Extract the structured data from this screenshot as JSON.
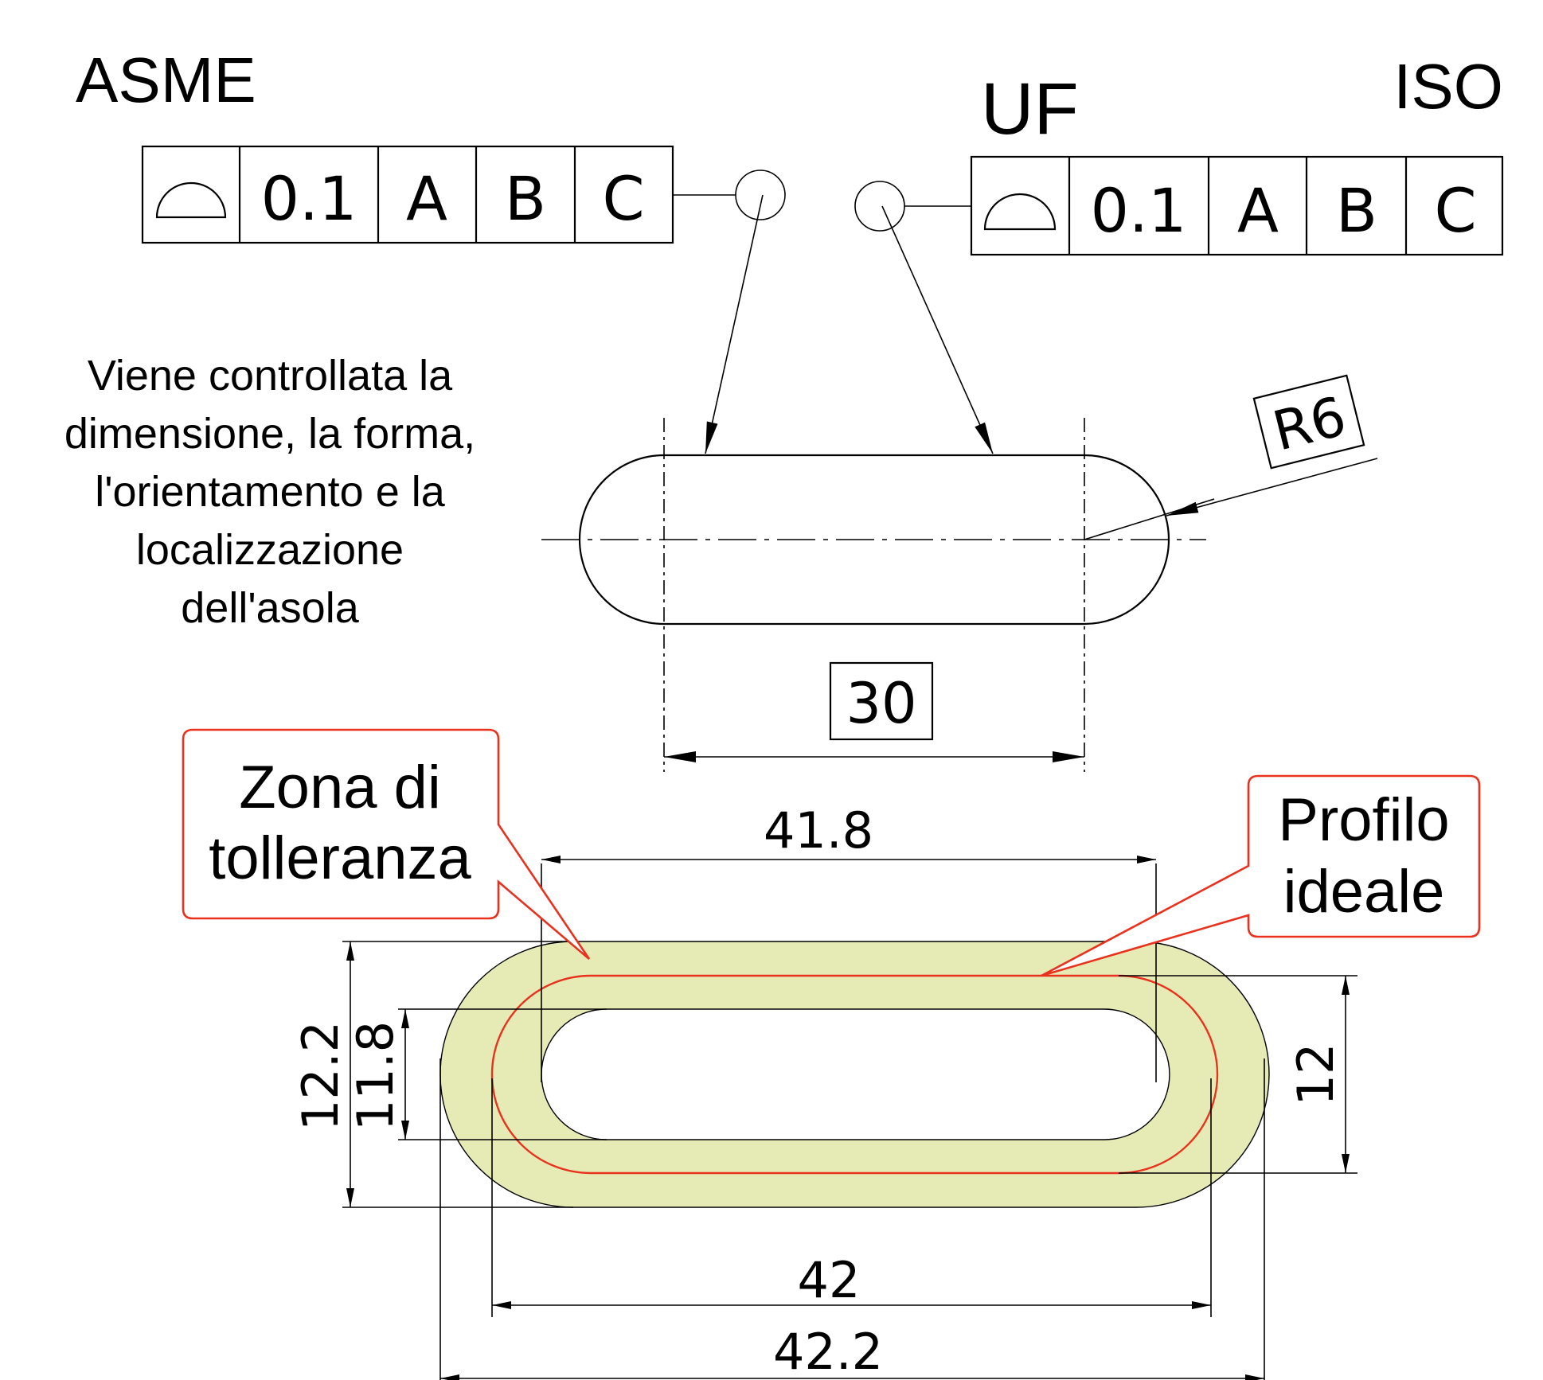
{
  "labels": {
    "asme": "ASME",
    "iso": "ISO",
    "uf": "UF",
    "description": [
      "Viene controllata la",
      "dimensione, la forma,",
      "l'orientamento e la",
      "localizzazione",
      "dell'asola"
    ],
    "radius": "R6",
    "basic_length": "30",
    "callout_zone": [
      "Zona di",
      "tolleranza"
    ],
    "callout_profile": [
      "Profilo",
      "ideale"
    ]
  },
  "fcf_asme": {
    "symbol": "profile-of-surface",
    "tolerance": "0.1",
    "datums": [
      "A",
      "B",
      "C"
    ]
  },
  "fcf_iso": {
    "symbol": "profile-of-surface",
    "tolerance": "0.1",
    "datums": [
      "A",
      "B",
      "C"
    ]
  },
  "dimensions": {
    "inner_length": "41.8",
    "nominal_length": "42",
    "outer_length": "42.2",
    "outer_height": "12.2",
    "inner_height": "11.8",
    "nominal_height": "12"
  },
  "colors": {
    "tolerance_zone_fill": "#e6ebb6",
    "ideal_profile": "#e8321e",
    "callout_border": "#e8321e",
    "line": "#000000"
  }
}
